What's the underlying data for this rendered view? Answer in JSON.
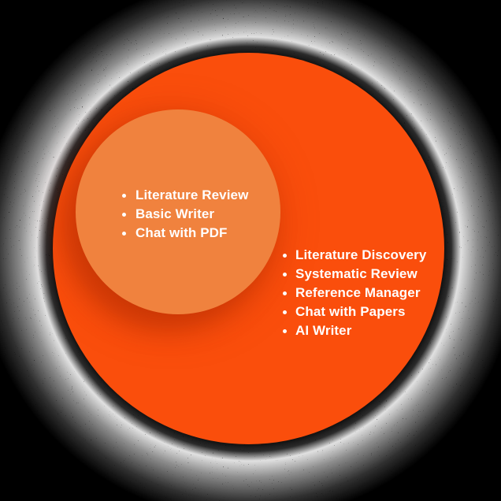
{
  "diagram": {
    "type": "venn-nested-circles",
    "background_color": "#000000",
    "halo_speckle_color": "#D9D9D9",
    "outer_circle": {
      "color": "#FA4E0C",
      "text_color": "#FFFFFF",
      "items": [
        "Literature Discovery",
        "Systematic Review",
        "Reference Manager",
        "Chat with Papers",
        "AI Writer"
      ]
    },
    "inner_circle": {
      "color": "#F0823E",
      "text_color": "#FFFFFF",
      "items": [
        "Literature Review",
        "Basic Writer",
        "Chat with PDF"
      ]
    }
  }
}
